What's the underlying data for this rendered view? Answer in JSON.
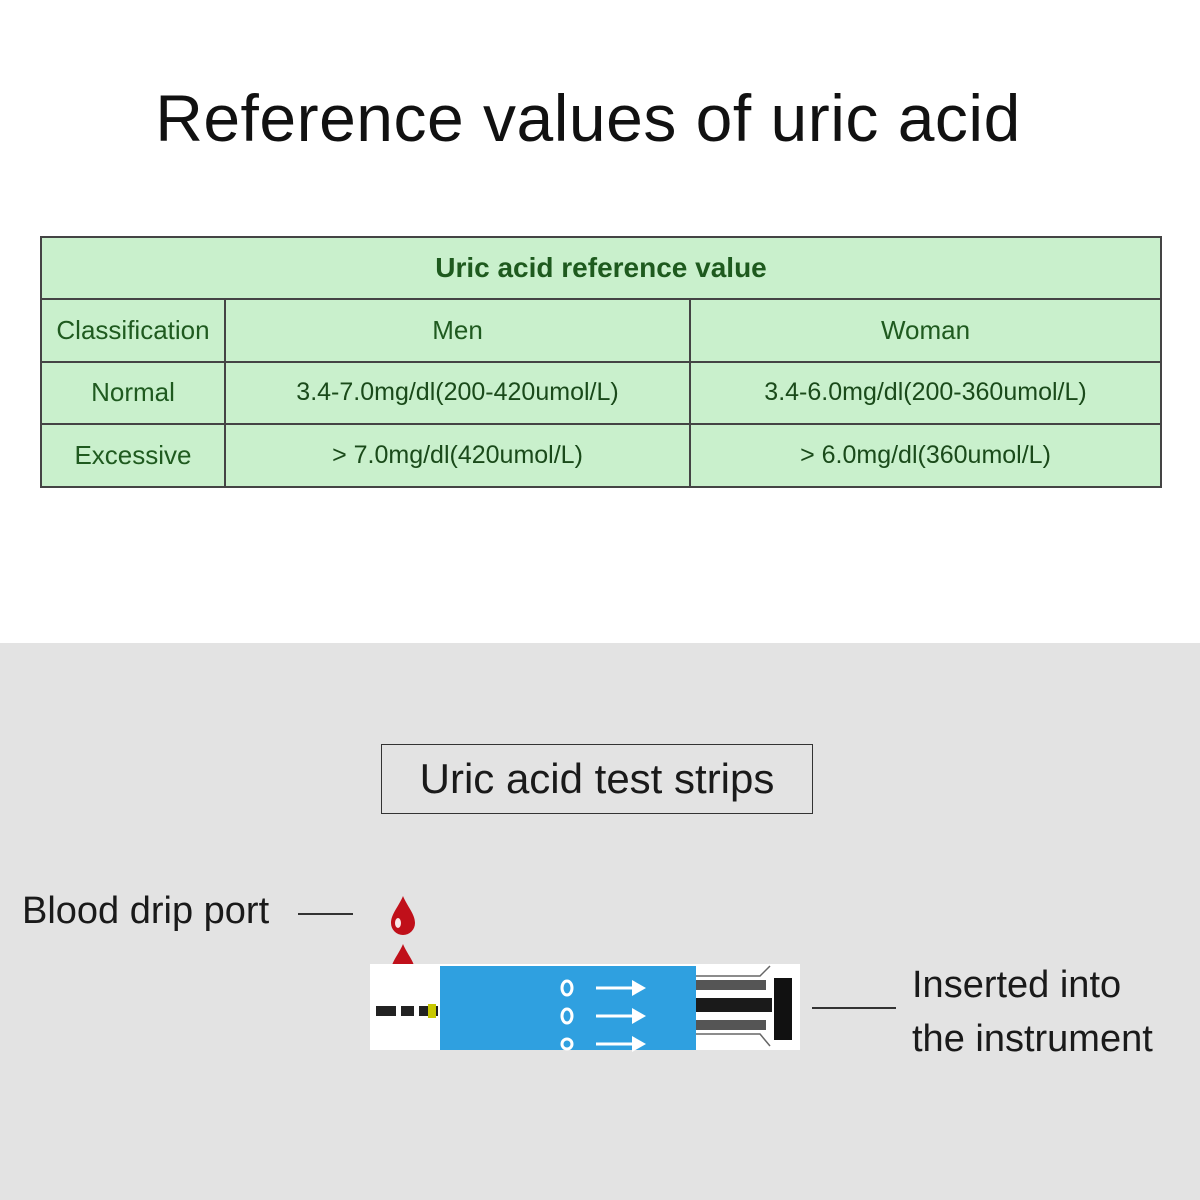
{
  "page_title": "Reference values of uric acid",
  "table": {
    "caption": "Uric acid reference value",
    "headers": [
      "Classification",
      "Men",
      "Woman"
    ],
    "rows": [
      [
        "Normal",
        "3.4-7.0mg/dl(200-420umol/L)",
        "3.4-6.0mg/dl(200-360umol/L)"
      ],
      [
        "Excessive",
        "> 7.0mg/dl(420umol/L)",
        "> 6.0mg/dl(360umol/L)"
      ]
    ],
    "colors": {
      "background": "#c9f0cc",
      "text": "#1f5a1f",
      "outer_border": "#7a1a1a"
    }
  },
  "strip_section": {
    "title": "Uric acid test strips",
    "left_label": "Blood drip port",
    "right_label_line1": "Inserted into",
    "right_label_line2": "the instrument",
    "colors": {
      "strip_blue": "#2fa0e0",
      "blood_drop": "#c0101a",
      "section_bg": "#e3e3e3"
    }
  }
}
